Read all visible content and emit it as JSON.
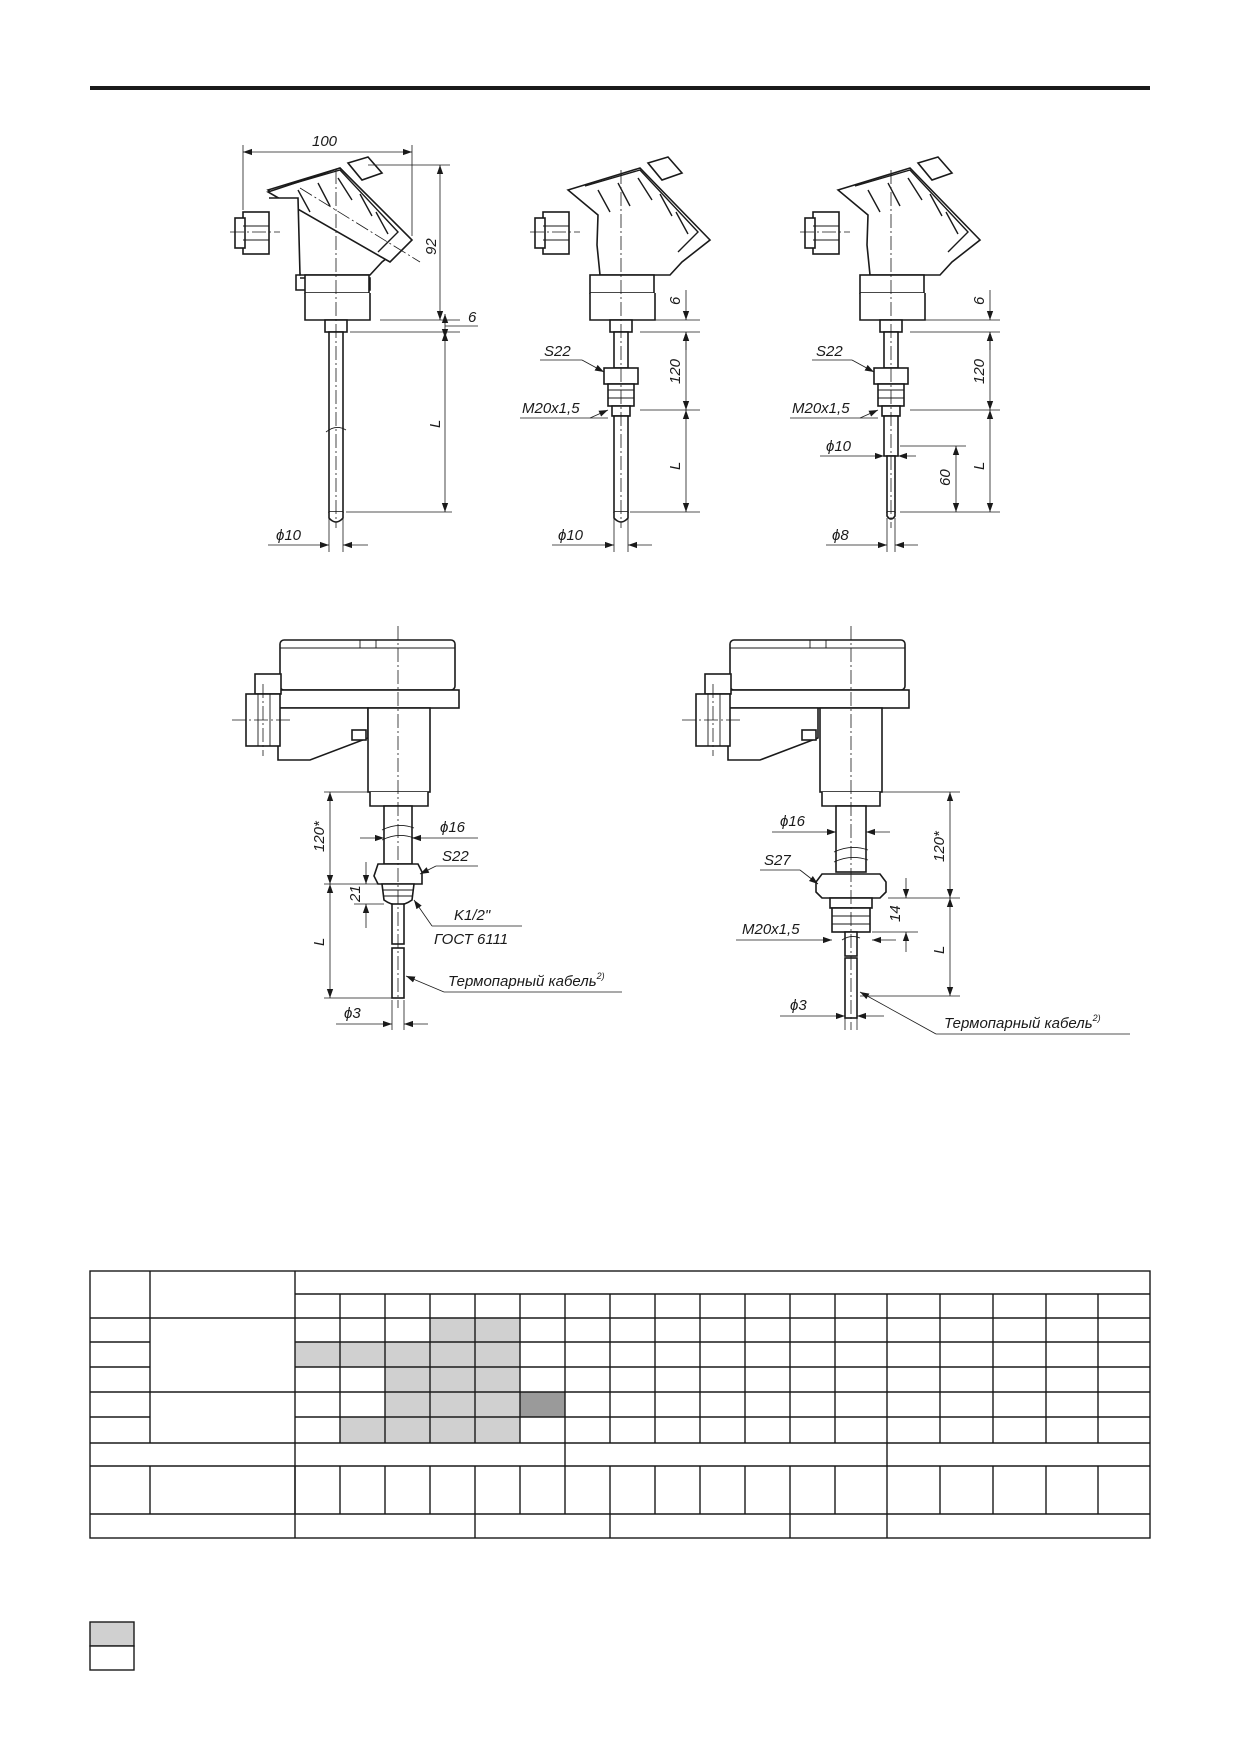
{
  "colors": {
    "ink": "#1a1a1a",
    "cell_light": "#d0d0d0",
    "cell_dark": "#9a9a9a",
    "paper": "#ffffff"
  },
  "drawings": {
    "top_left": {
      "width_label": "100",
      "height_label": "92",
      "gap_label": "6",
      "length_label": "L",
      "diameter_label": "ϕ10"
    },
    "top_middle": {
      "gap_label": "6",
      "nut_label": "S22",
      "neck_label": "120",
      "thread_label": "M20x1,5",
      "length_label": "L",
      "diameter_label": "ϕ10"
    },
    "top_right": {
      "gap_label": "6",
      "nut_label": "S22",
      "neck_label": "120",
      "thread_label": "M20x1,5",
      "step_diameter_label": "ϕ10",
      "step_length_label": "60",
      "length_label": "L",
      "diameter_label": "ϕ8"
    },
    "bottom_left": {
      "neck_label": "120*",
      "tube_label": "ϕ16",
      "nut_label": "S22",
      "thread_height_label": "21",
      "thread_label": "K1/2\"",
      "standard_label": "ГОСТ 6111",
      "length_label": "L",
      "cable_label": "Термопарный кабель",
      "cable_note": "2)",
      "diameter_label": "ϕ3"
    },
    "bottom_right": {
      "tube_label": "ϕ16",
      "neck_label": "120*",
      "nut_label": "S27",
      "thread_height_label": "14",
      "thread_label": "M20x1,5",
      "length_label": "L",
      "diameter_label": "ϕ3",
      "cable_label": "Термопарный кабель",
      "cable_note": "2)"
    }
  },
  "table": {
    "light_cells": [
      [
        1,
        0
      ],
      [
        1,
        1
      ],
      [
        1,
        2
      ],
      [
        1,
        3
      ],
      [
        1,
        4
      ],
      [
        0,
        3
      ],
      [
        0,
        4
      ],
      [
        2,
        2
      ],
      [
        2,
        3
      ],
      [
        2,
        4
      ],
      [
        3,
        2
      ],
      [
        3,
        3
      ],
      [
        3,
        4
      ],
      [
        4,
        1
      ],
      [
        4,
        2
      ],
      [
        4,
        3
      ],
      [
        4,
        4
      ]
    ],
    "dark_cells": [
      [
        3,
        5
      ]
    ]
  },
  "legend": {
    "items": [
      {
        "fill": "light"
      },
      {
        "fill": "empty"
      }
    ]
  }
}
